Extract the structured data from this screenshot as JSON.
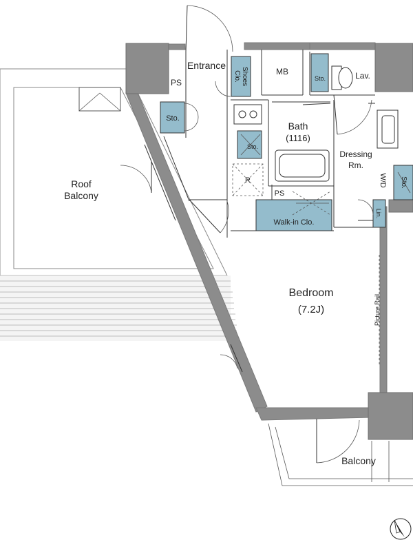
{
  "rooms": {
    "entrance": "Entrance",
    "ps_upper": "PS",
    "ps_lower": "PS",
    "mb": "MB",
    "lav": "Lav.",
    "shoes_clo_line1": "Shoes",
    "shoes_clo_line2": "Clo.",
    "sto_left": "Sto.",
    "sto_kitchen": "Sto.",
    "sto_lav": "Sto.",
    "sto_dressing": "Sto.",
    "bath_name": "Bath",
    "bath_size": "(1116)",
    "dressing_line1": "Dressing",
    "dressing_line2": "Rm.",
    "wd": "W/D",
    "fridge": "R",
    "walk_in": "Walk-in Clo.",
    "linen": "Lin.",
    "bedroom_name": "Bedroom",
    "bedroom_size": "(7.2J)",
    "picture_rail": "Picture Rail",
    "roof_balcony_line1": "Roof",
    "roof_balcony_line2": "Balcony",
    "balcony": "Balcony"
  },
  "colors": {
    "storage": "#94bccc",
    "wall": "#8c8c8c",
    "deck": "#bdbdbd"
  },
  "icons": {
    "compass": "north-arrow-icon"
  }
}
